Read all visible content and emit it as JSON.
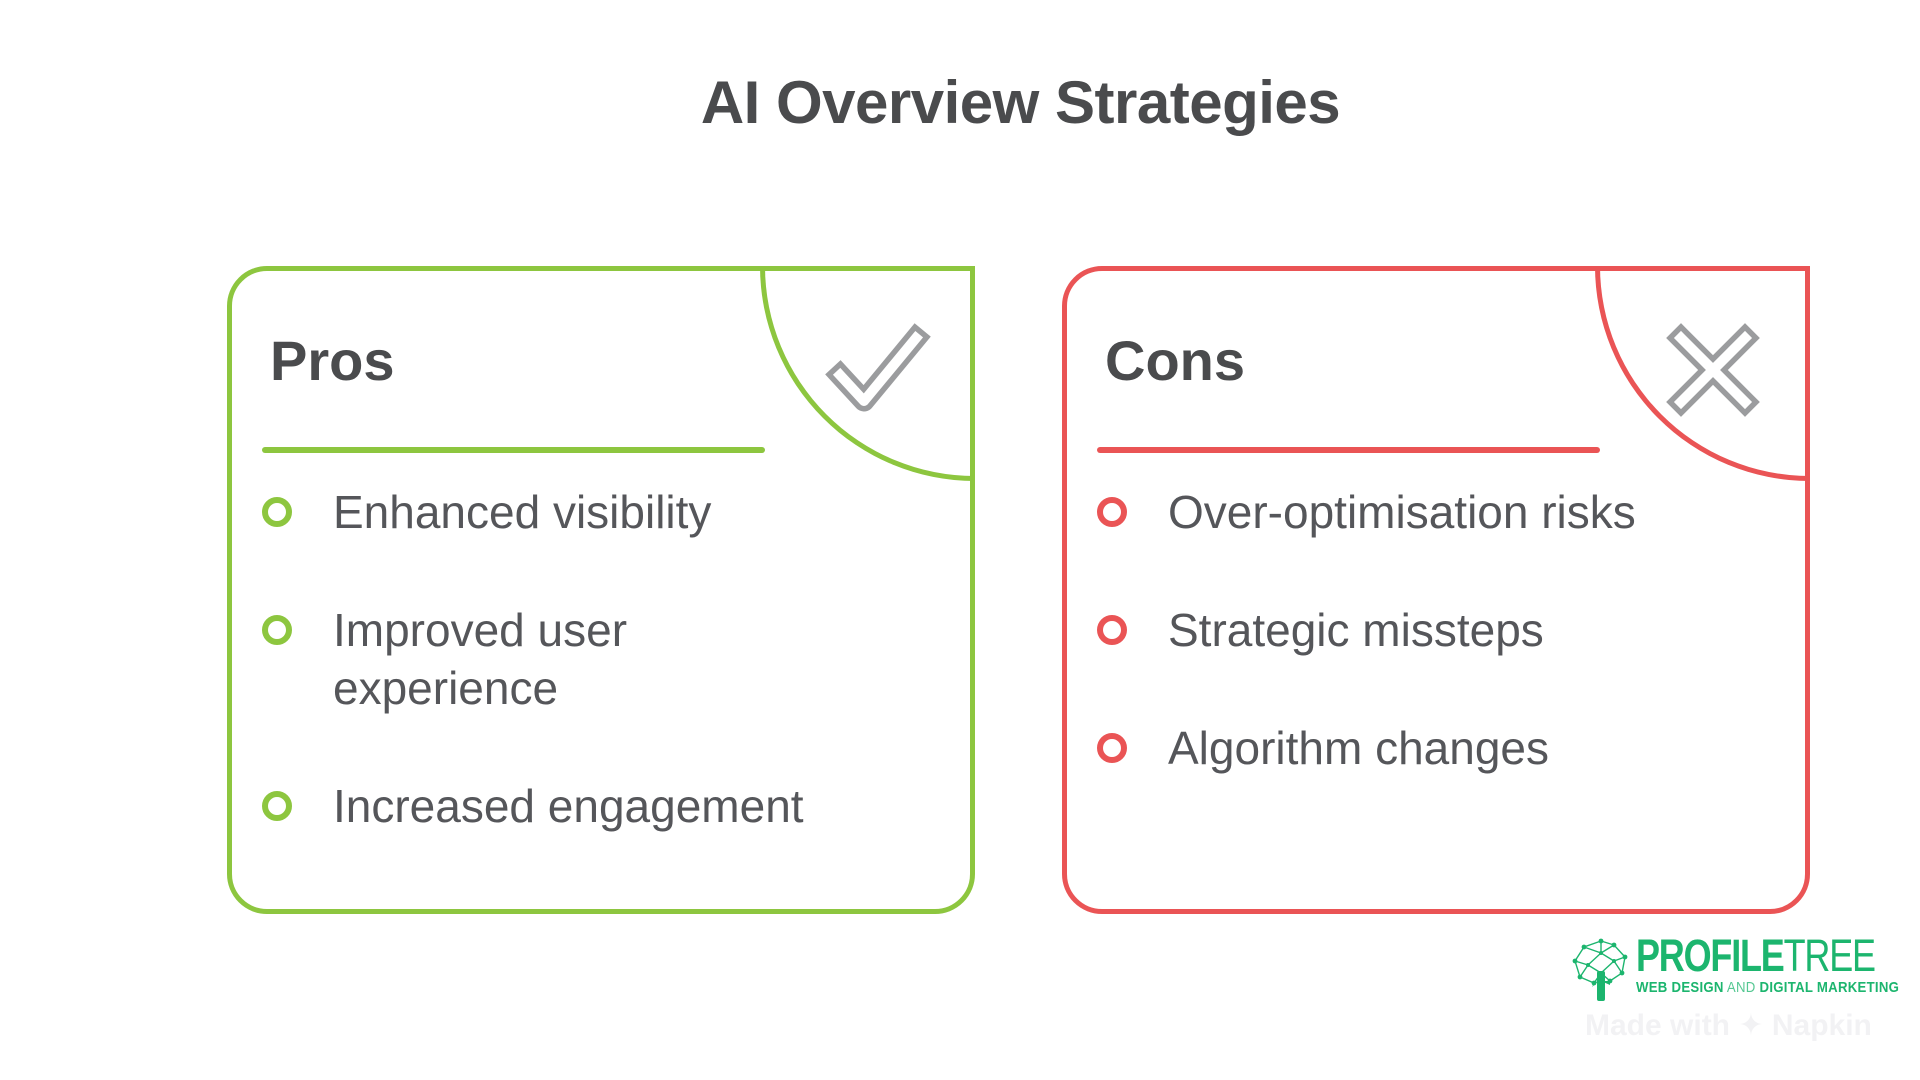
{
  "title": "AI Overview Strategies",
  "colors": {
    "pros_accent": "#8DC63F",
    "cons_accent": "#EA5455",
    "icon_gray": "#9B9C9E",
    "heading_text": "#4A4B4D",
    "body_text": "#55565A",
    "logo_green": "#1CB56E"
  },
  "cards": {
    "pros": {
      "label": "Pros",
      "icon": "check-icon",
      "items": [
        "Enhanced visibility",
        "Improved user experience",
        "Increased engagement"
      ]
    },
    "cons": {
      "label": "Cons",
      "icon": "cross-icon",
      "items": [
        "Over-optimisation risks",
        "Strategic missteps",
        "Algorithm changes"
      ]
    }
  },
  "logo": {
    "brand_bold": "PROFILE",
    "brand_light": "TREE",
    "tagline_web_design": "WEB DESIGN",
    "tagline_and": "AND",
    "tagline_digital_marketing": "DIGITAL MARKETING"
  },
  "watermark": {
    "prefix": "Made with",
    "brand": "Napkin"
  }
}
